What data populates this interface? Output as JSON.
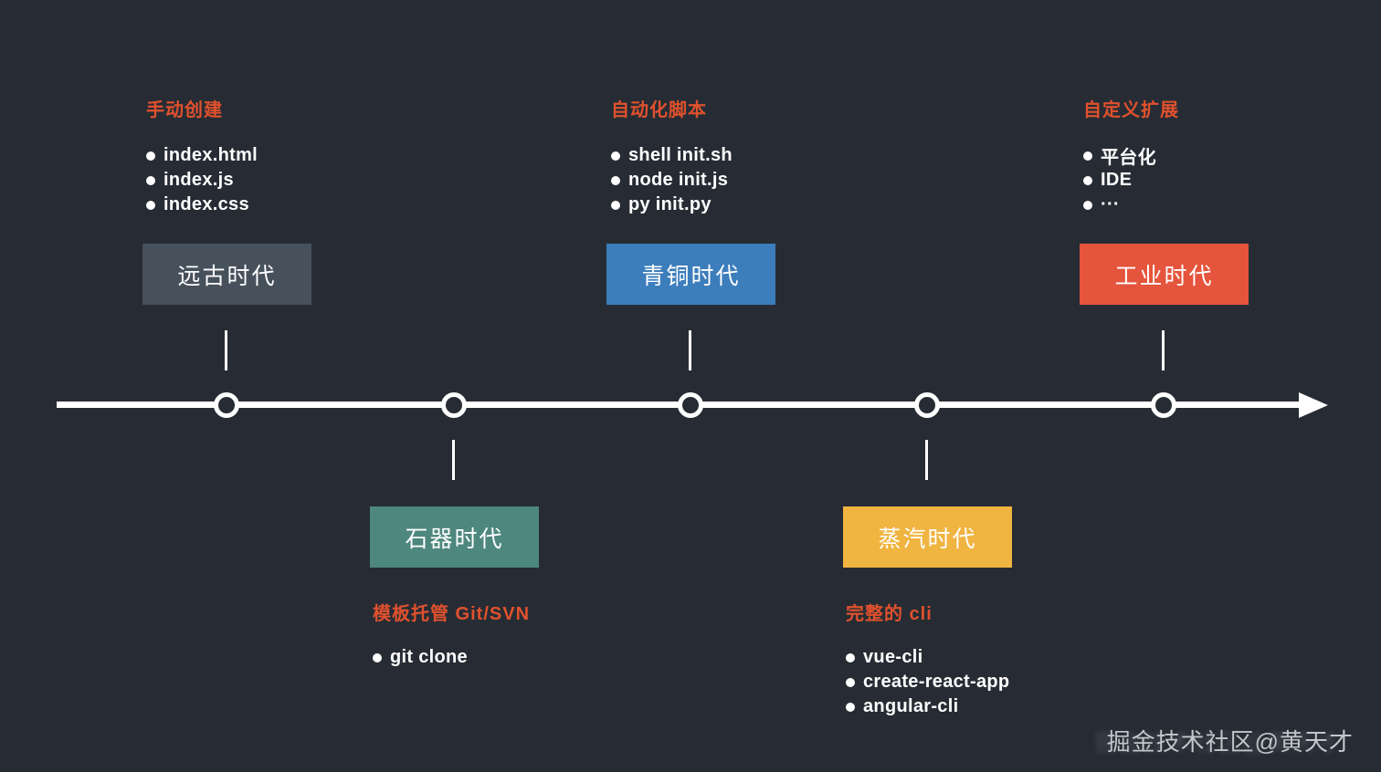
{
  "page": {
    "background_color": "#272c34",
    "timeline_color": "#ffffff",
    "heading_color": "#e0512d",
    "list_text_color": "#ffffff"
  },
  "eras": [
    {
      "id": "ancient",
      "box_label": "远古时代",
      "box_color": "#47515c",
      "position": "above",
      "heading": "手动创建",
      "items": [
        "index.html",
        "index.js",
        "index.css"
      ]
    },
    {
      "id": "stone",
      "box_label": "石器时代",
      "box_color": "#4d877e",
      "position": "below",
      "heading": "模板托管 Git/SVN",
      "items": [
        "git clone"
      ]
    },
    {
      "id": "bronze",
      "box_label": "青铜时代",
      "box_color": "#3c7dbb",
      "position": "above",
      "heading": "自动化脚本",
      "items": [
        "shell init.sh",
        "node init.js",
        "py init.py"
      ]
    },
    {
      "id": "steam",
      "box_label": "蒸汽时代",
      "box_color": "#f0b440",
      "position": "below",
      "heading": "完整的 cli",
      "items": [
        "vue-cli",
        "create-react-app",
        "angular-cli"
      ]
    },
    {
      "id": "industrial",
      "box_label": "工业时代",
      "box_color": "#e5543c",
      "position": "above",
      "heading": "自定义扩展",
      "items": [
        "平台化",
        "IDE",
        "···"
      ]
    }
  ],
  "watermark": "掘金技术社区@黄天才"
}
